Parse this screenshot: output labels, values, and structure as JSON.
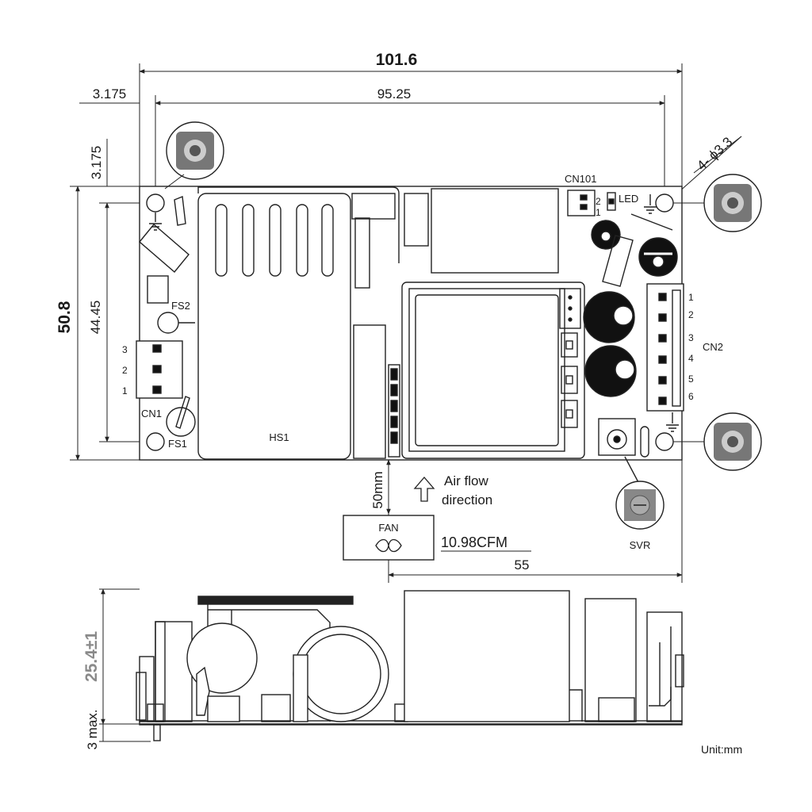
{
  "dimensions": {
    "total_length": "101.6",
    "hole_spacing_x": "95.25",
    "left_offset": "3.175",
    "top_offset": "3.175",
    "total_width": "50.8",
    "hole_spacing_y": "44.45",
    "mount_holes": "4- ϕ3.3",
    "fan_distance": "50mm",
    "fan_offset": "55",
    "height": "25.4±1",
    "pin_length": "3 max."
  },
  "components": {
    "heatsink": "HS1",
    "fuse1": "FS1",
    "fuse2": "FS2",
    "connector1": "CN1",
    "connector2": "CN2",
    "connector101": "CN101",
    "led": "LED",
    "svr": "SVR"
  },
  "cn1_pins": [
    "3",
    "2",
    "1"
  ],
  "cn2_pins": [
    "1",
    "2",
    "3",
    "4",
    "5",
    "6"
  ],
  "cn101_pins": [
    "2",
    "1"
  ],
  "fan": {
    "label": "FAN",
    "airflow_line1": "Air flow",
    "airflow_line2": "direction",
    "cfm": "10.98CFM"
  },
  "unit": "Unit:mm"
}
